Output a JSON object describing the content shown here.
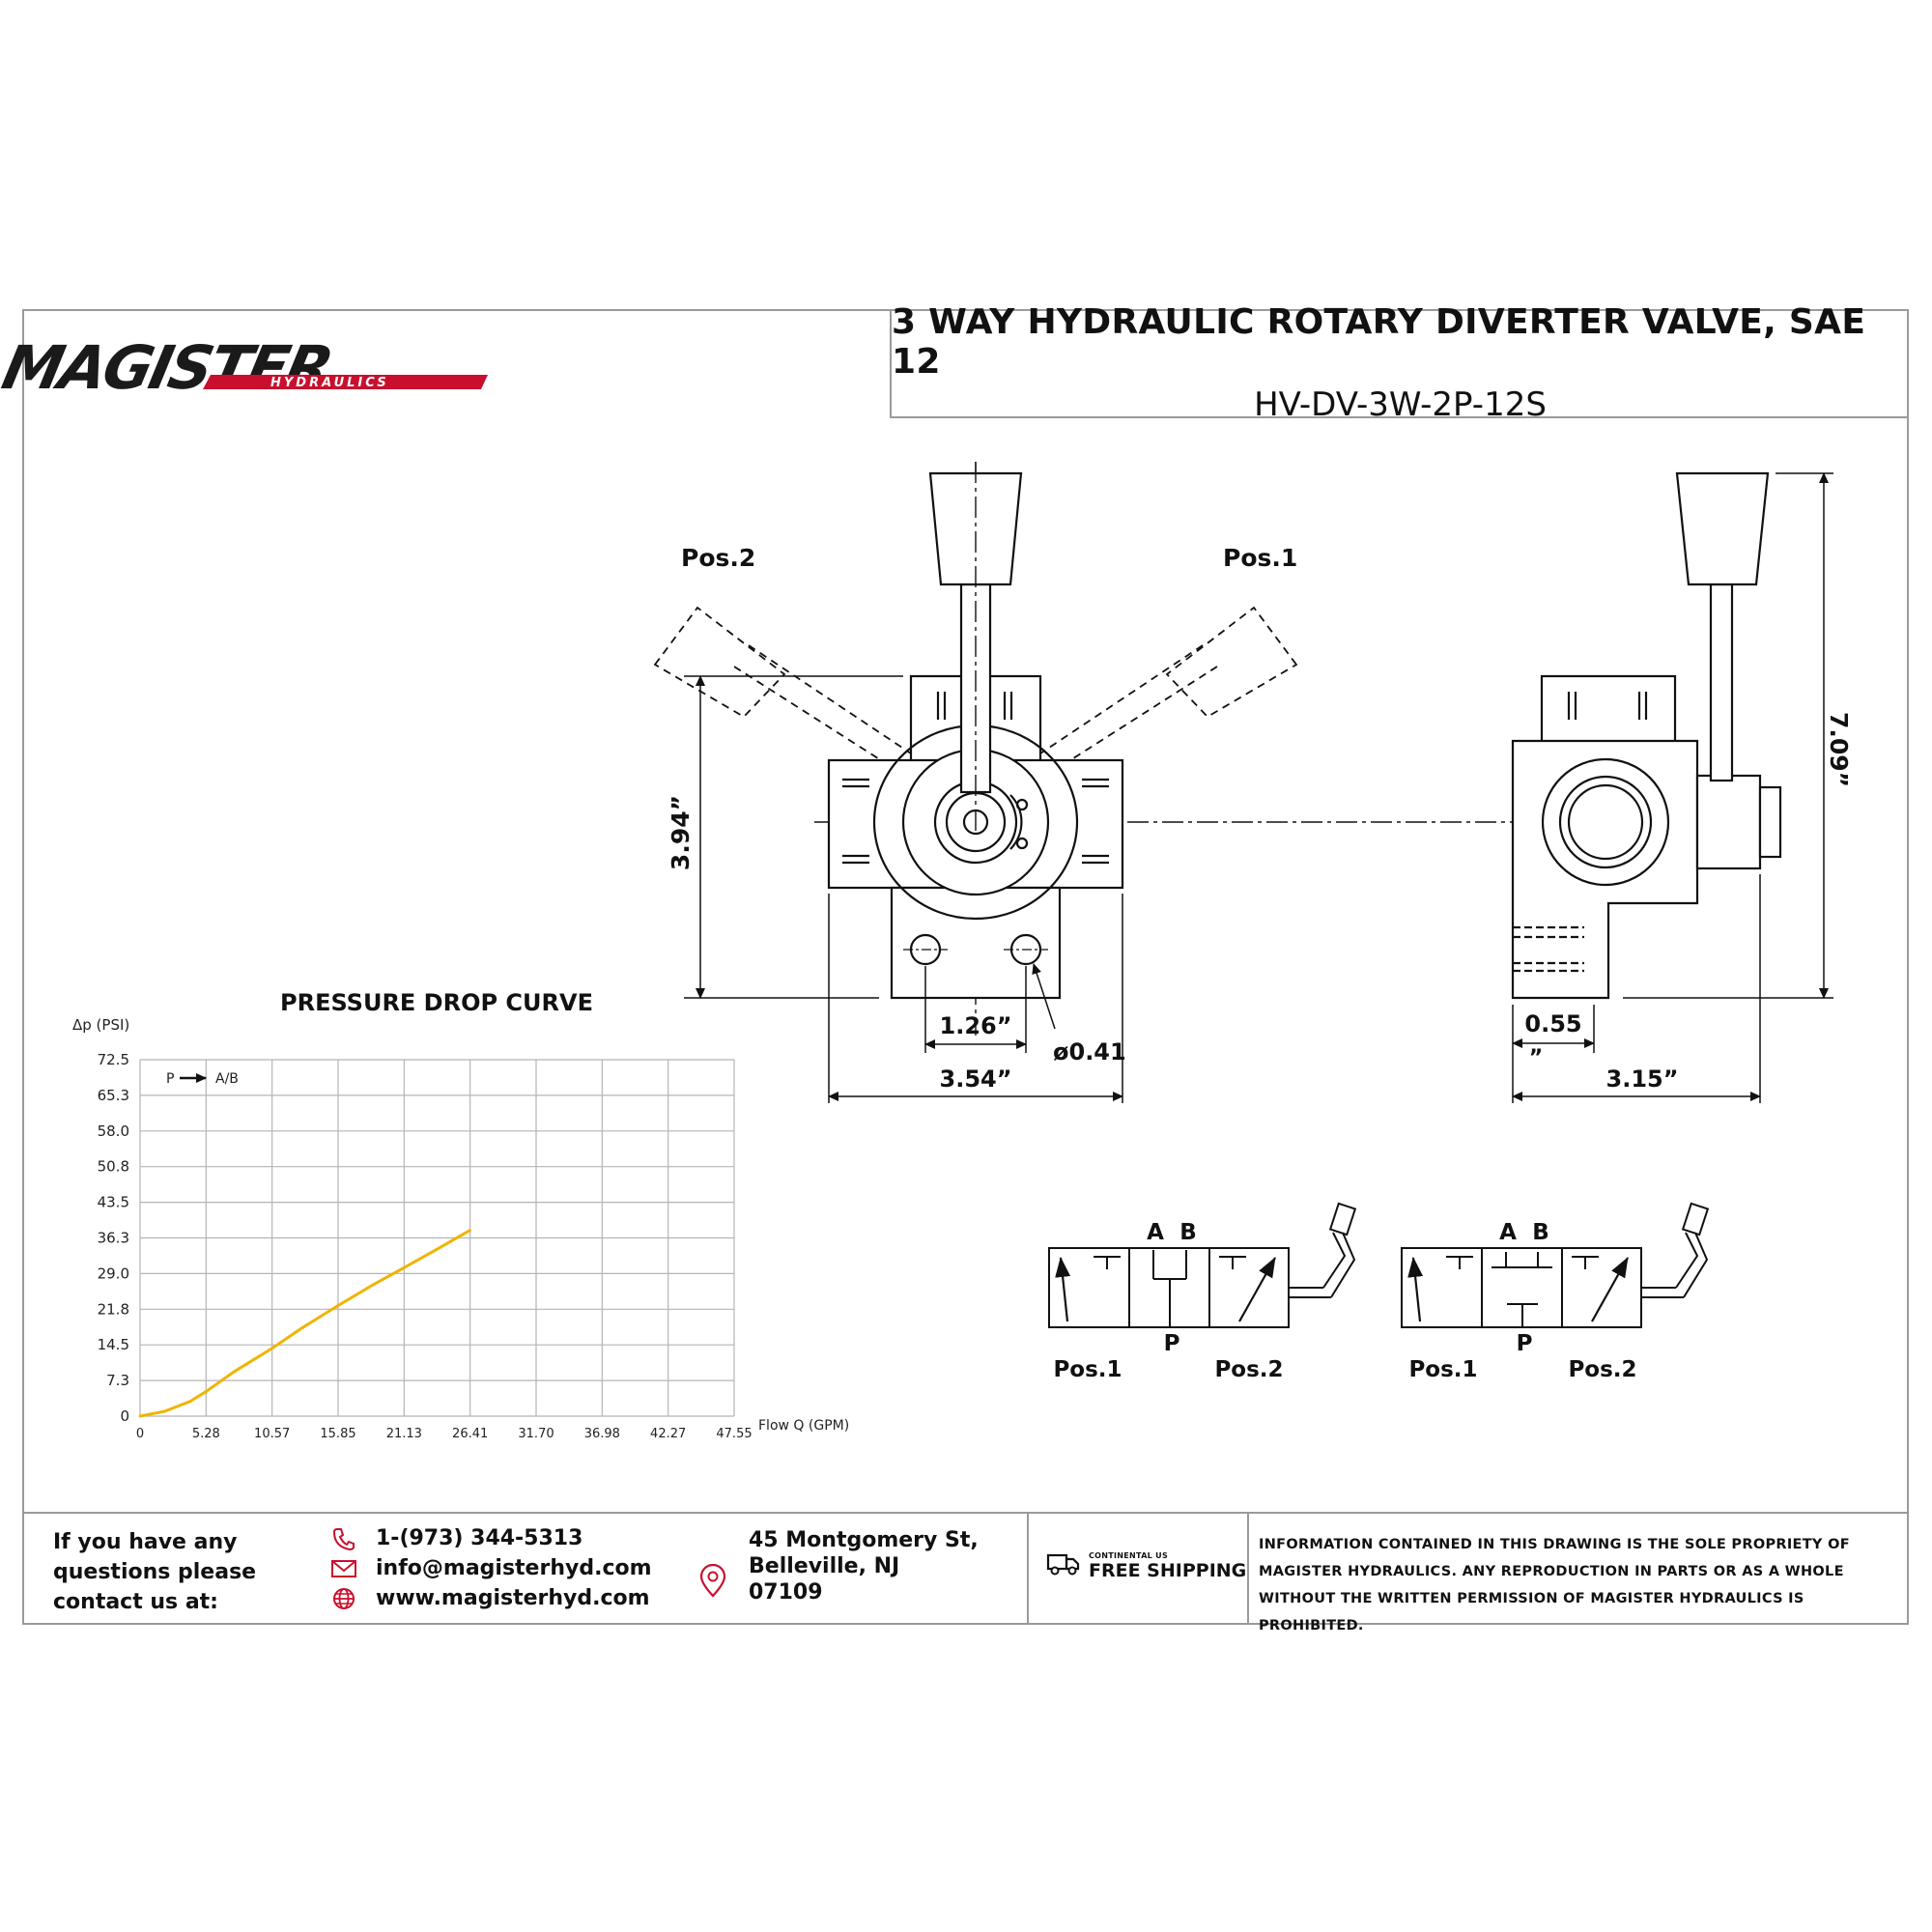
{
  "brand": {
    "logo_text": "MAGISTER",
    "logo_subtext": "HYDRAULICS",
    "colors": {
      "brand_red": "#c8102e",
      "brand_black": "#1a1a1a",
      "curve": "#f0b400",
      "grid": "#b5b5b5"
    }
  },
  "title": {
    "main": "3 WAY HYDRAULIC ROTARY DIVERTER VALVE, SAE 12",
    "part_number": "HV-DV-3W-2P-12S"
  },
  "drawing": {
    "pos2_label": "Pos.2",
    "pos1_label": "Pos.1",
    "dim_height_body": "3.94”",
    "dim_height_total": "7.09”",
    "dim_hole_spacing": "1.26”",
    "dim_hole_diameter": "ø0.41",
    "dim_width_front": "3.54”",
    "dim_side_offset": "0.55",
    "dim_side_offset_mark": "”",
    "dim_width_side": "3.15”"
  },
  "schematics": [
    {
      "port_a": "A",
      "port_b": "B",
      "port_p": "P",
      "pos1": "Pos.1",
      "pos2": "Pos.2"
    },
    {
      "port_a": "A",
      "port_b": "B",
      "port_p": "P",
      "pos1": "Pos.1",
      "pos2": "Pos.2"
    }
  ],
  "chart_data": {
    "type": "line",
    "title": "PRESSURE DROP CURVE",
    "ylabel": "Δp (PSI)",
    "xlabel": "Flow Q (GPM)",
    "legend": "P → A/B",
    "x_ticks": [
      "0",
      "5.28",
      "10.57",
      "15.85",
      "21.13",
      "26.41",
      "31.70",
      "36.98",
      "42.27",
      "47.55"
    ],
    "y_ticks": [
      "72.5",
      "65.3",
      "58.0",
      "50.8",
      "43.5",
      "36.3",
      "29.0",
      "21.8",
      "14.5",
      "7.3",
      "0"
    ],
    "xlim": [
      0,
      47.55
    ],
    "ylim": [
      0,
      72.5
    ],
    "grid": true,
    "series": [
      {
        "x": [
          0,
          2.0,
          4.0,
          5.28,
          7.5,
          10.57,
          13.0,
          15.85,
          18.5,
          21.13,
          23.8,
          26.41
        ],
        "values": [
          0,
          1.0,
          3.0,
          5.0,
          9.0,
          13.8,
          18.0,
          22.5,
          26.5,
          30.2,
          34.0,
          37.8
        ]
      }
    ]
  },
  "footer": {
    "ask_line1": "If you have any",
    "ask_line2": "questions please",
    "ask_line3": "contact us at:",
    "phone": "1-(973) 344-5313",
    "email": "info@magisterhyd.com",
    "website": "www.magisterhyd.com",
    "address_line1": "45 Montgomery St,",
    "address_line2": "Belleville, NJ",
    "address_line3": "07109",
    "shipping_small": "CONTINENTAL US",
    "shipping_big": "FREE SHIPPING",
    "legal": "INFORMATION CONTAINED IN THIS DRAWING IS THE SOLE PROPRIETY OF MAGISTER HYDRAULICS. ANY REPRODUCTION IN PARTS OR AS A WHOLE WITHOUT THE WRITTEN PERMISSION OF MAGISTER HYDRAULICS IS PROHIBITED.",
    "icons": [
      "phone-icon",
      "email-icon",
      "globe-icon",
      "location-pin-icon",
      "truck-icon"
    ]
  }
}
